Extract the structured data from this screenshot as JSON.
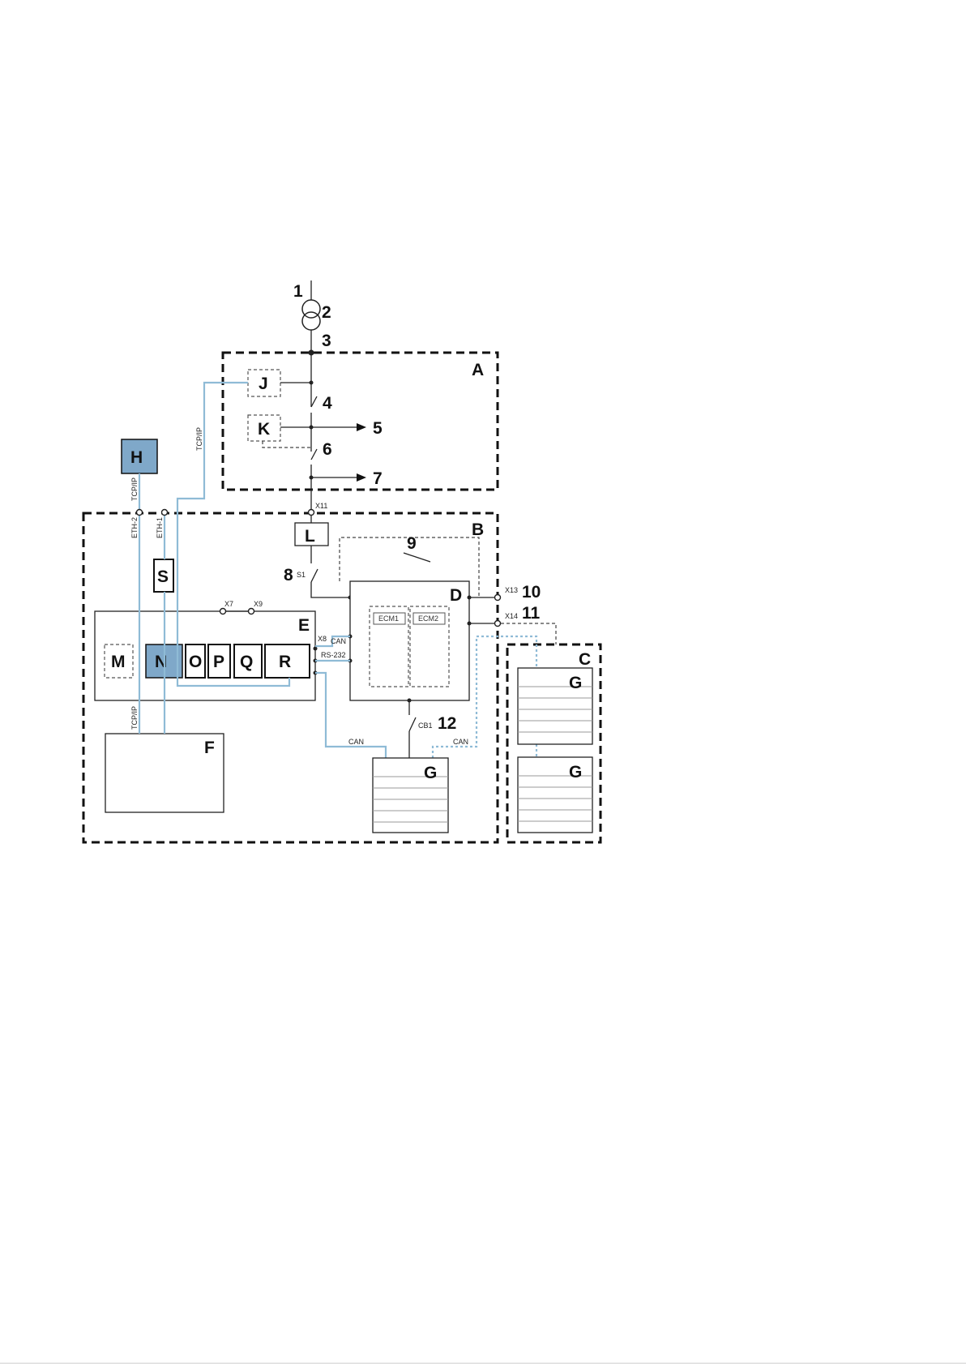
{
  "diagram": {
    "colors": {
      "line": "#222222",
      "communication_line": "#8fbbd6",
      "highlighted_box_fill": "#7fa8c9",
      "zone_border": "#111111"
    },
    "zones": {
      "A": "A",
      "B": "B",
      "C": "C"
    },
    "components": {
      "D": "D",
      "E": "E",
      "F": "F",
      "G": "G",
      "H": "H",
      "J": "J",
      "K": "K",
      "L": "L",
      "M": "M",
      "N": "N",
      "O": "O",
      "P": "P",
      "Q": "Q",
      "R": "R",
      "S": "S"
    },
    "numbers": {
      "n1": "1",
      "n2": "2",
      "n3": "3",
      "n4": "4",
      "n5": "5",
      "n6": "6",
      "n7": "7",
      "n8": "8",
      "n9": "9",
      "n10": "10",
      "n11": "11",
      "n12": "12"
    },
    "connectors": {
      "x7": "X7",
      "x8": "X8",
      "x9": "X9",
      "x11": "X11",
      "x13": "X13",
      "x14": "X14",
      "s1": "S1",
      "cb1": "CB1"
    },
    "signals": {
      "can": "CAN",
      "rs232": "RS-232",
      "tcpip": "TCP/IP",
      "eth1": "ETH-1",
      "eth2": "ETH-2"
    },
    "modules": {
      "ecm1": "ECM1",
      "ecm2": "ECM2"
    }
  }
}
